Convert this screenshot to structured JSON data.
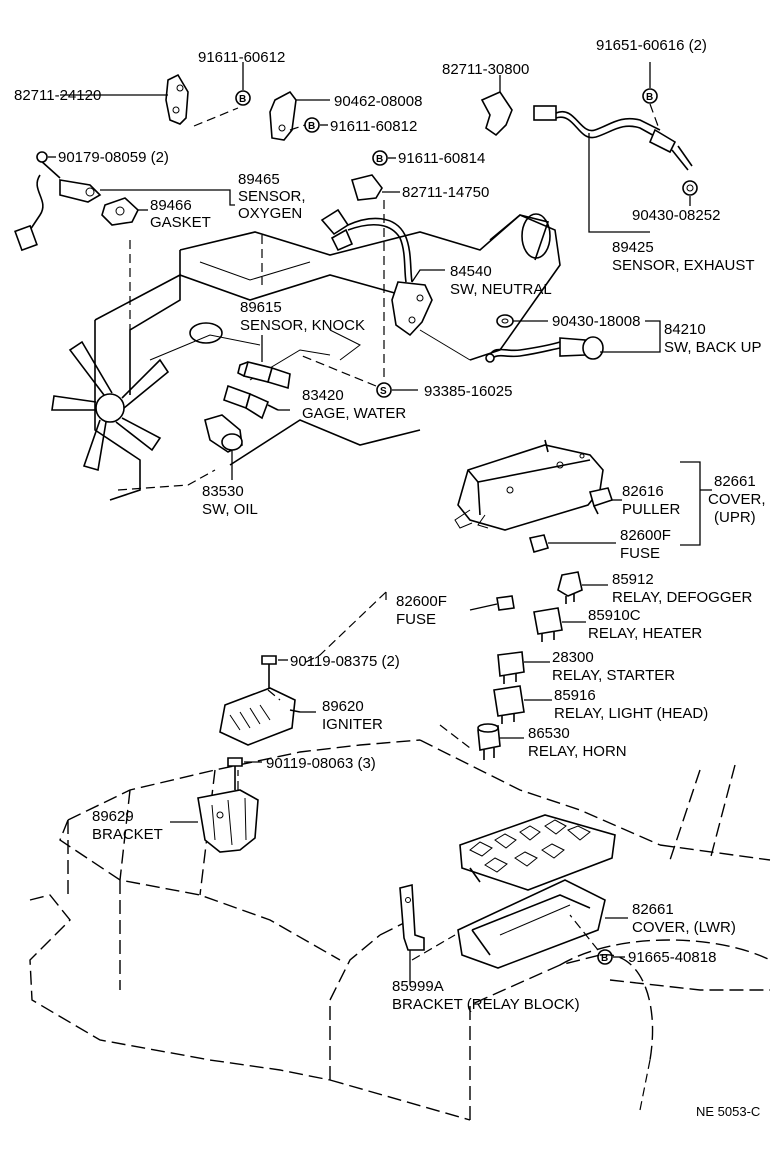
{
  "labels": {
    "p91611_60612": "91611-60612",
    "p82711_24120": "82711-24120",
    "p90462_08008": "90462-08008",
    "p91611_60812": "91611-60812",
    "p82711_30800": "82711-30800",
    "p91651_60616": "91651-60616 (2)",
    "p90179_08059": "90179-08059 (2)",
    "p89465_num": "89465",
    "p89465_n1": "SENSOR,",
    "p89465_n2": "OXYGEN",
    "p89466_num": "89466",
    "p89466_name": "GASKET",
    "p91611_60814": "91611-60814",
    "p82711_14750": "82711-14750",
    "p90430_08252": "90430-08252",
    "p89425_num": "89425",
    "p89425_name": "SENSOR, EXHAUST",
    "p84540_num": "84540",
    "p84540_name": "SW, NEUTRAL",
    "p89615_num": "89615",
    "p89615_name": "SENSOR, KNOCK",
    "p90430_18008": "90430-18008",
    "p84210_num": "84210",
    "p84210_name": "SW, BACK UP",
    "p93385_16025": "93385-16025",
    "p83420_num": "83420",
    "p83420_name": "GAGE, WATER",
    "p83530_num": "83530",
    "p83530_name": "SW, OIL",
    "p82661u_num": "82661",
    "p82661u_n1": "COVER,",
    "p82661u_n2": "(UPR)",
    "p82616_num": "82616",
    "p82616_name": "PULLER",
    "p82600f_a_num": "82600F",
    "p82600f_a_name": "FUSE",
    "p85912_num": "85912",
    "p85912_name": "RELAY, DEFOGGER",
    "p82600f_b_num": "82600F",
    "p82600f_b_name": "FUSE",
    "p85910c_num": "85910C",
    "p85910c_name": "RELAY, HEATER",
    "p90119_08375": "90119-08375 (2)",
    "p28300_num": "28300",
    "p28300_name": "RELAY, STARTER",
    "p89620_num": "89620",
    "p89620_name": "IGNITER",
    "p85916_num": "85916",
    "p85916_name": "RELAY, LIGHT (HEAD)",
    "p86530_num": "86530",
    "p86530_name": "RELAY, HORN",
    "p90119_08063": "90119-08063 (3)",
    "p89629_num": "89629",
    "p89629_name": "BRACKET",
    "p82661l_num": "82661",
    "p82661l_name": "COVER,  (LWR)",
    "p91665_40818": "91665-40818",
    "p85999a_num": "85999A",
    "p85999a_name": "BRACKET (RELAY BLOCK)",
    "footer_code": "NE  5053-C"
  },
  "symbols": {
    "bolt_mark": "B",
    "stud_mark": "S"
  }
}
